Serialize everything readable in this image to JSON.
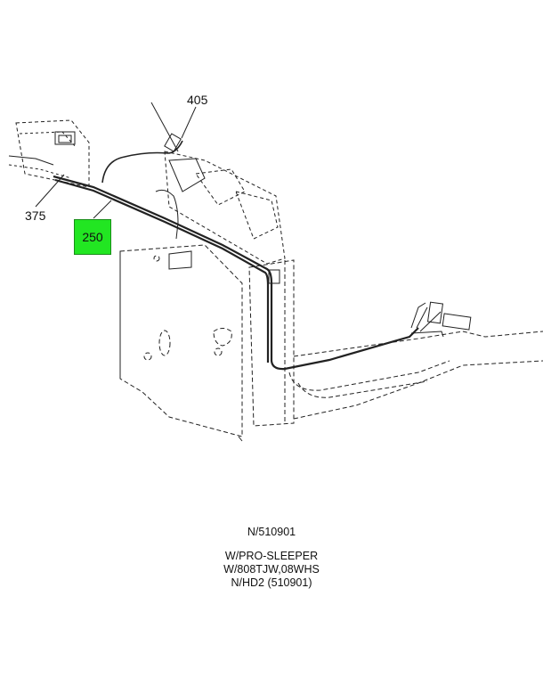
{
  "callouts": {
    "c405": "405",
    "c375": "375",
    "c250": "250"
  },
  "highlight_color": "#22e622",
  "notes": {
    "line1": "N/510901",
    "line2": "W/PRO-SLEEPER",
    "line3": "W/808TJW,08WHS",
    "line4": "N/HD2 (510901)"
  }
}
